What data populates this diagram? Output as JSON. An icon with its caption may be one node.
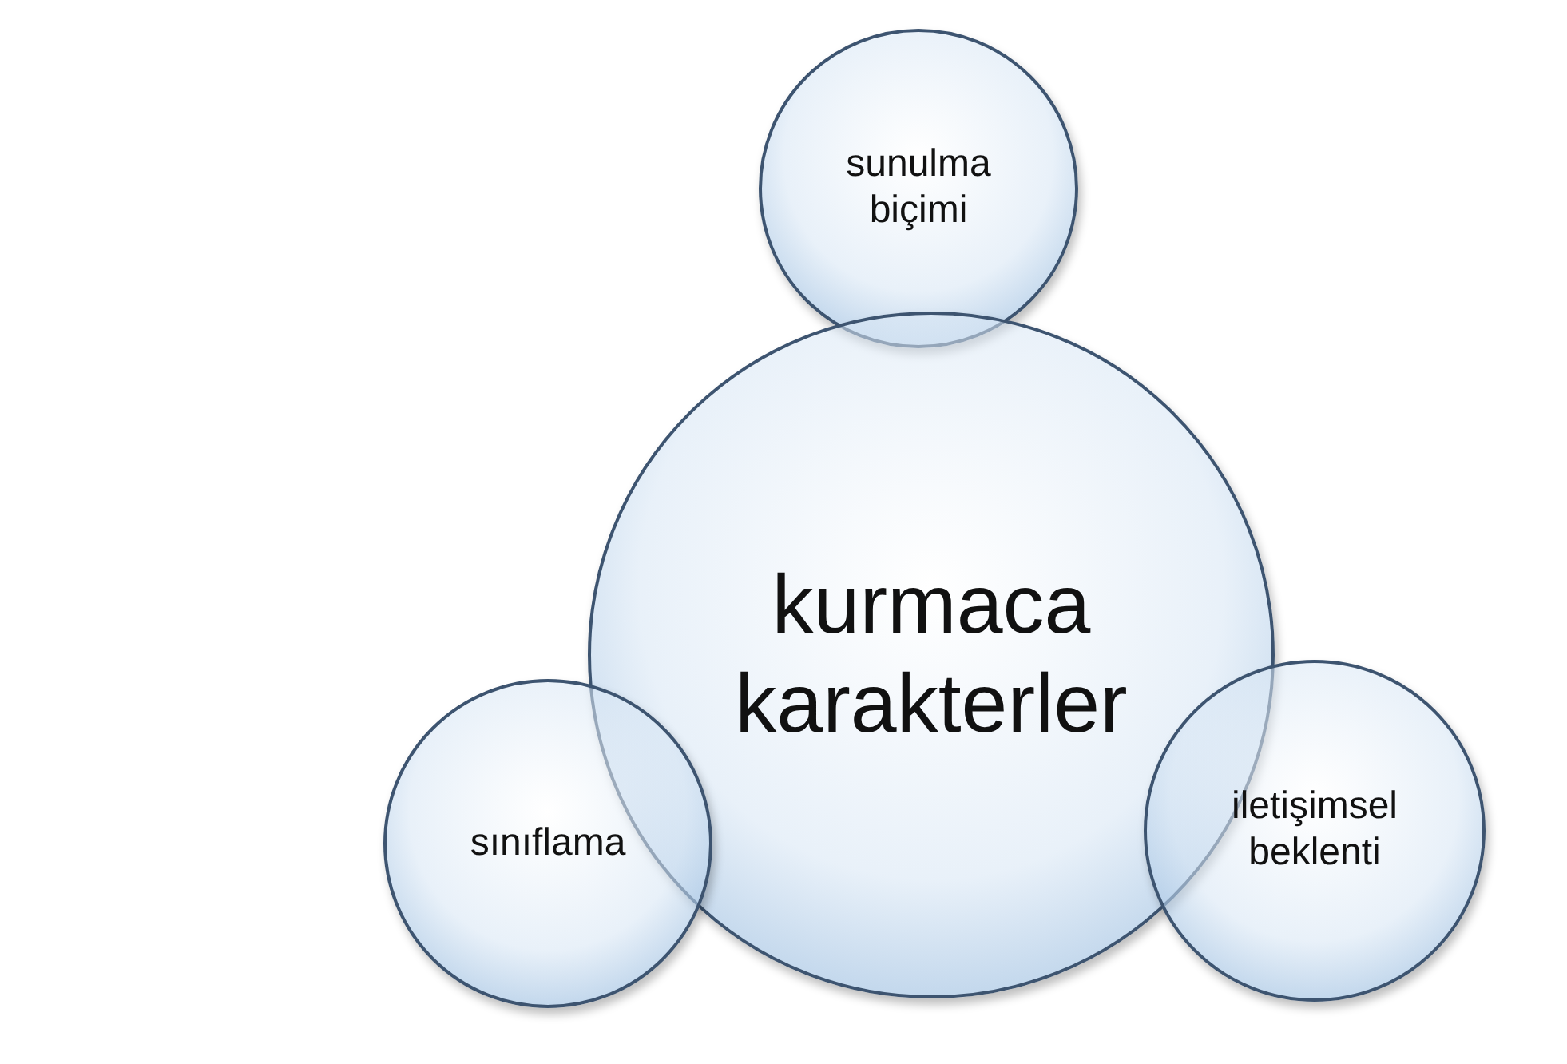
{
  "diagram": {
    "nodes": [
      {
        "text": [
          "kurmaca karakterler"
        ]
      },
      {
        "text": [
          "sunulma biçimi"
        ]
      },
      {
        "text": [
          "sınıflama"
        ]
      },
      {
        "text": [
          "iletişimsel beklenti"
        ]
      }
    ]
  }
}
